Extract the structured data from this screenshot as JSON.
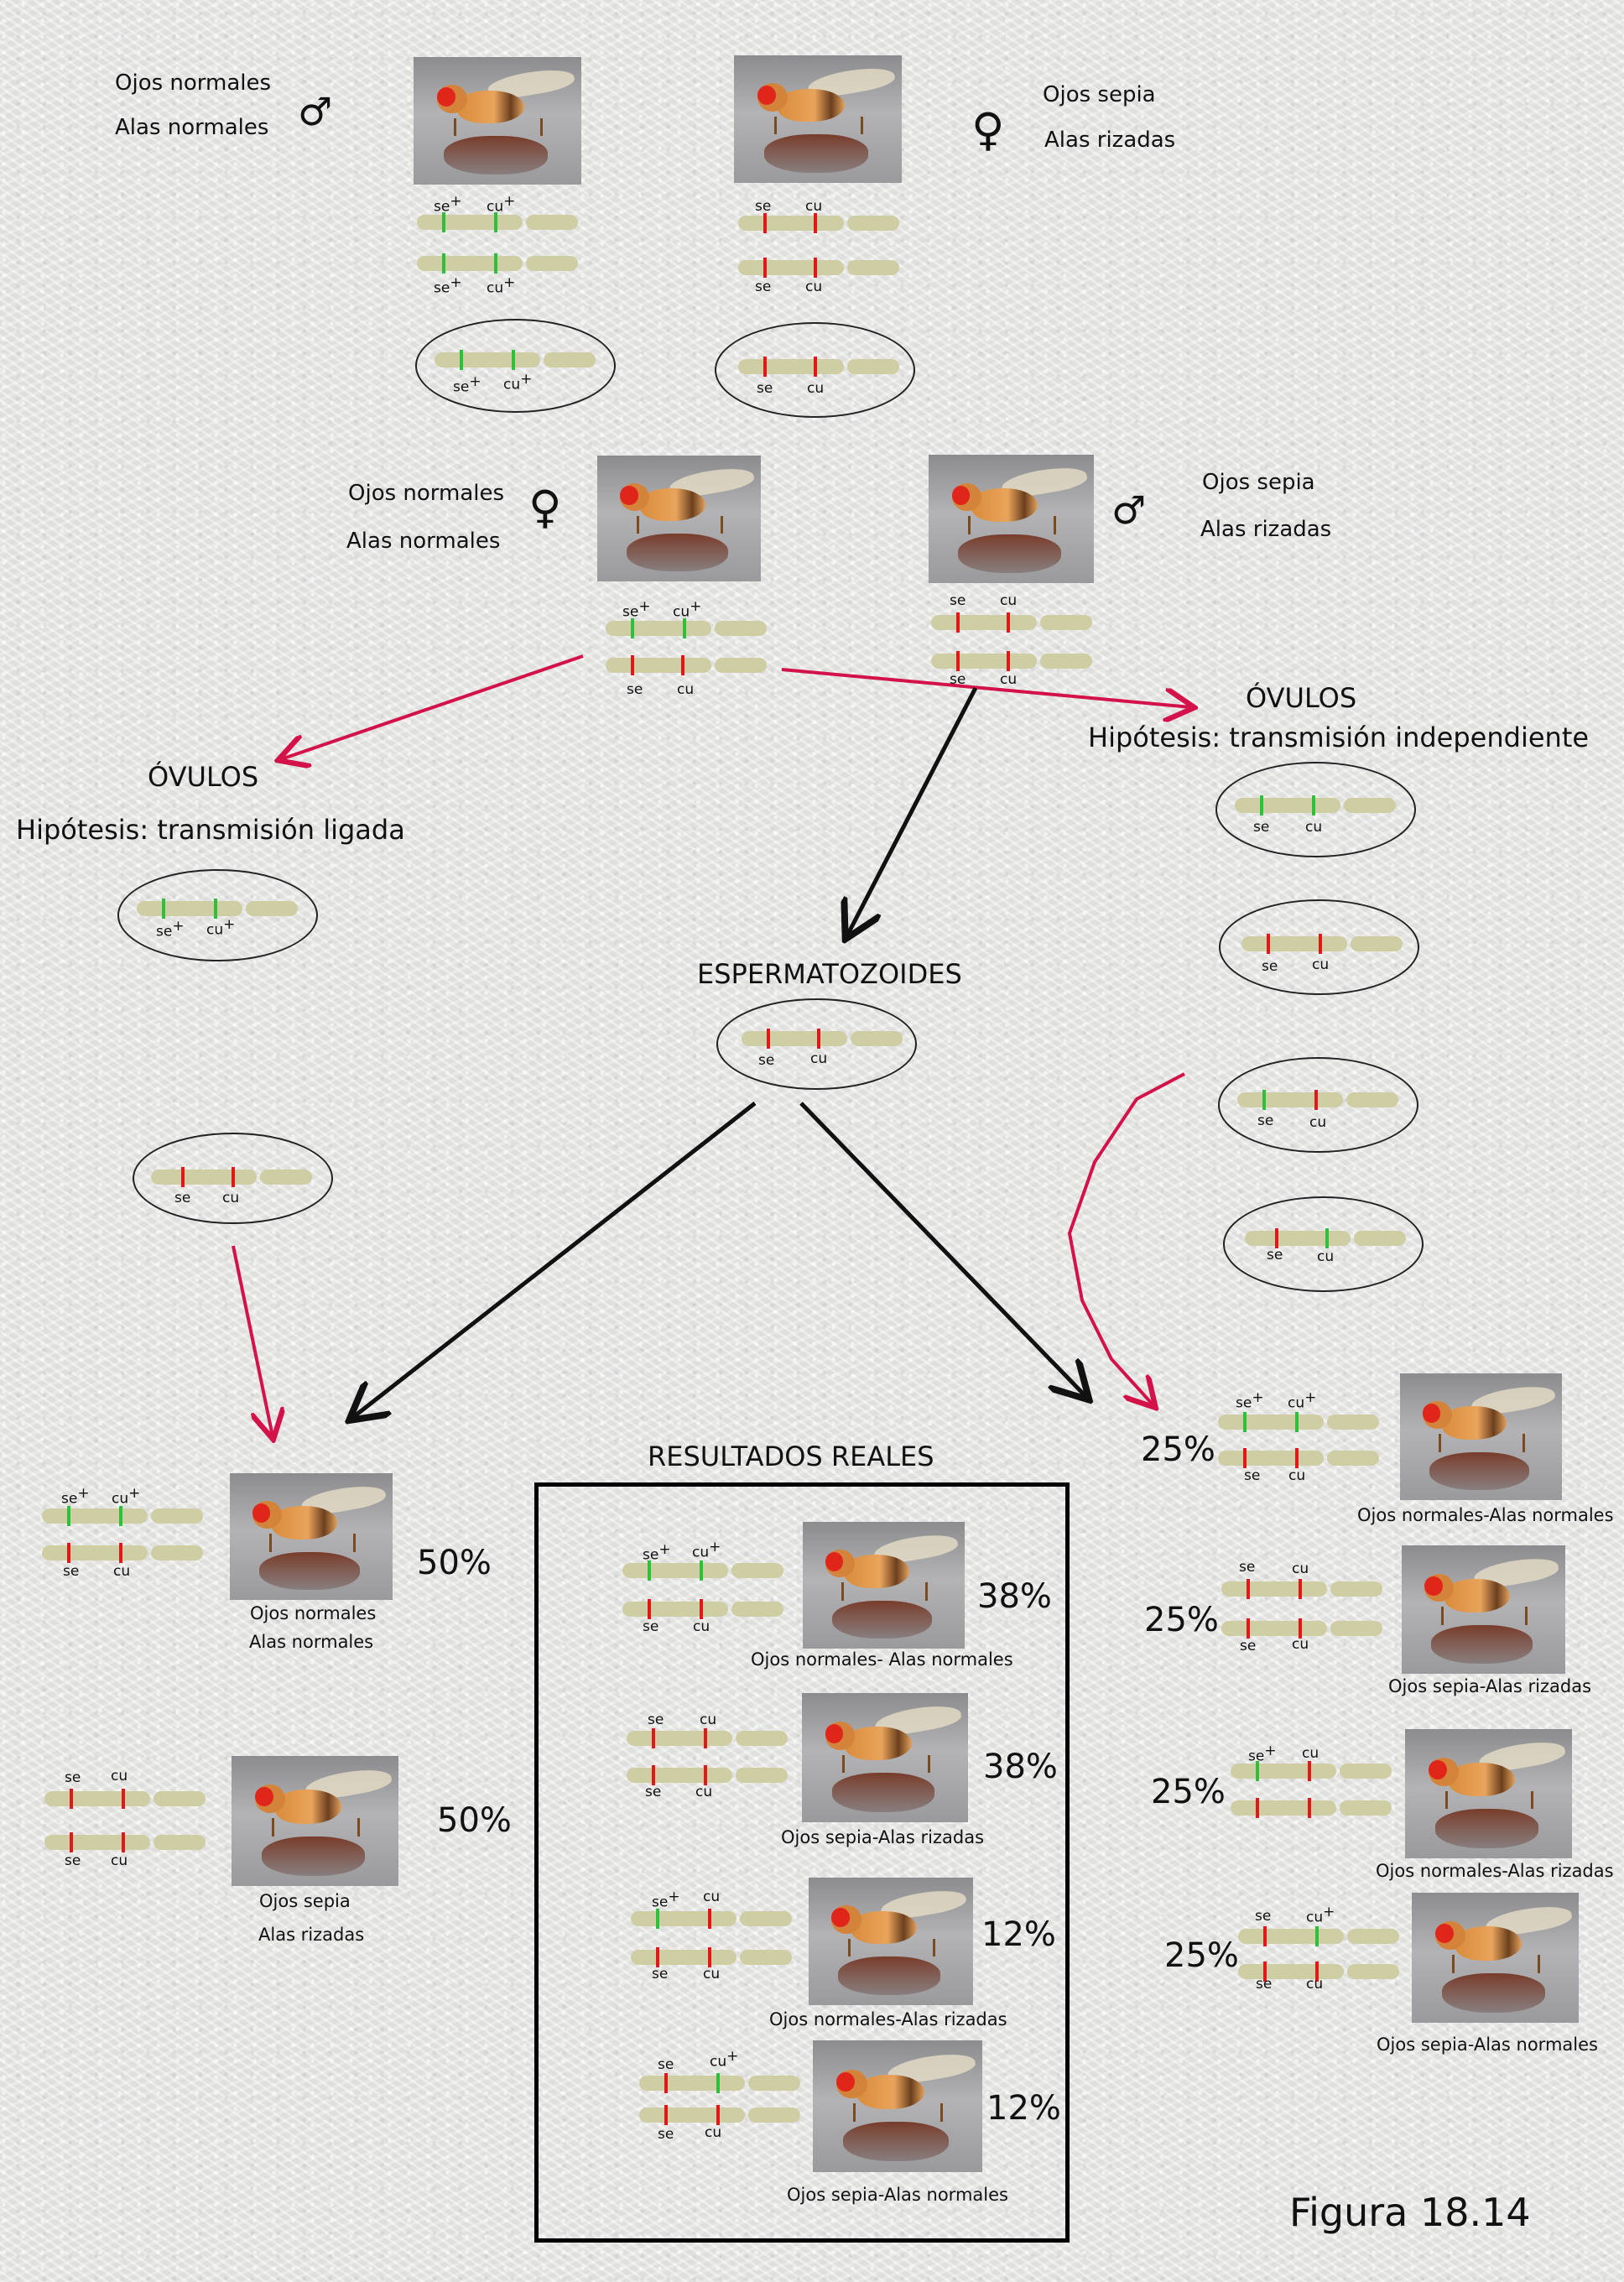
{
  "labels": {
    "ojos_normales": "Ojos normales",
    "alas_normales": "Alas normales",
    "ojos_sepia": "Ojos sepia",
    "alas_rizadas": "Alas rizadas",
    "ovulos": "ÓVULOS",
    "hip_ligada": "Hipótesis: transmisión ligada",
    "hip_indep": "Hipótesis: transmisión independiente",
    "espermatozoides": "ESPERMATOZOIDES",
    "resultados": "RESULTADOS REALES",
    "figura": "Figura 18.14",
    "male_symbol": "♂",
    "female_symbol": "♀"
  },
  "alleles": {
    "se_plus": "se",
    "cu_plus": "cu",
    "se": "se",
    "cu": "cu",
    "plus": "+"
  },
  "percent": {
    "p50": "50%",
    "p25": "25%",
    "p38": "38%",
    "p12": "12%"
  },
  "captions": {
    "nn": "Ojos normales-Alas normales",
    "nn_real": "Ojos normales- Alas normales",
    "sr": "Ojos sepia-Alas rizadas",
    "nr": "Ojos normales-Alas rizadas",
    "sn": "Ojos sepia-Alas normales"
  },
  "colors": {
    "wild_allele": "#2fbf3a",
    "mutant_allele": "#e11818",
    "chromosome": "#cfcda3",
    "arrow_red": "#d4124a",
    "arrow_black": "#111111"
  }
}
